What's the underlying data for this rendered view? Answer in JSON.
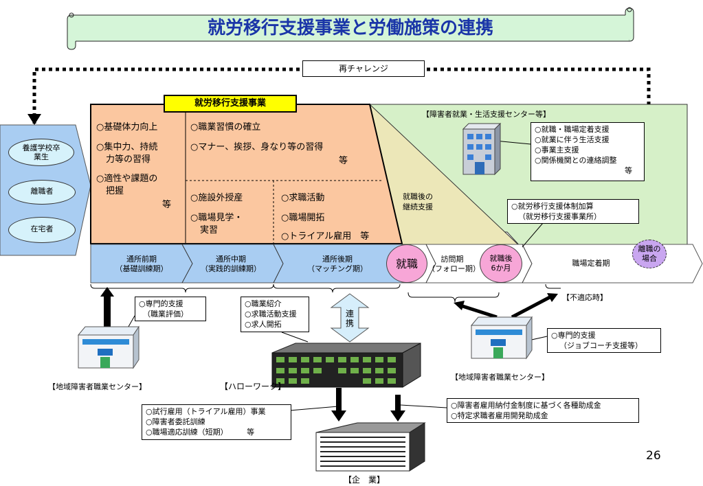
{
  "title": "就労移行支援事業と労働施策の連携",
  "rechallenge": "再チャレンジ",
  "program_label": "就労移行支援事業",
  "left_panel": [
    "養護学校卒業生",
    "離職者",
    "在宅者"
  ],
  "early": {
    "items": [
      "○基礎体力向上",
      "○集中力、持続",
      "力等の習得",
      "○適性や課題の",
      "把握"
    ],
    "etc": "等"
  },
  "mid_upper": {
    "items": [
      "○職業習慣の確立",
      "○マナー、挨拶、身なり等の習得"
    ],
    "etc": "等"
  },
  "mid_lower": [
    "○施設外授産",
    "○職場見学・",
    "実習"
  ],
  "late": [
    "○求職活動",
    "○職場開拓",
    "○トライアル雇用　等"
  ],
  "support_center": {
    "title": "【障害者就業・生活支援センター等】",
    "items": [
      "○就職・職場定着支援",
      "○就業に伴う生活支援",
      "○事業主支援",
      "○関係機関との連絡調整"
    ],
    "etc": "等"
  },
  "after_support": [
    "就職後の",
    "継続支援"
  ],
  "system_bonus": [
    "○就労移行支援体制加算",
    "（就労移行支援事業所）"
  ],
  "phases": {
    "early": [
      "通所前期",
      "（基礎訓練期）"
    ],
    "mid": [
      "通所中期",
      "（実践的訓練期）"
    ],
    "late": [
      "通所後期",
      "（マッチング期）"
    ],
    "employment": "就職",
    "visit": [
      "訪問期",
      "（フォロー期）"
    ],
    "six_months": [
      "就職後",
      "6か月"
    ],
    "retention": "職場定着期",
    "separation": [
      "離職の",
      "場合"
    ]
  },
  "regional_left": {
    "items": [
      "○専門的支援",
      "（職業評価）"
    ],
    "caption": "【地域障害者職業センター】"
  },
  "hello_work": {
    "items": [
      "○職業紹介",
      "○求職活動支援",
      "○求人開拓"
    ],
    "caption": "【ハローワーク】"
  },
  "renkei": [
    "連",
    "携"
  ],
  "regional_right": {
    "items": [
      "○専門的支援",
      "（ジョブコーチ支援等）"
    ],
    "caption": "【地域障害者職業センター】"
  },
  "unsuitable": "【不適応時】",
  "trial_box": {
    "items": [
      "○試行雇用（トライアル雇用）事業",
      "○障害者委託訓練",
      "○職場適応訓練（短期）"
    ],
    "etc": "等"
  },
  "subsidy_box": [
    "○障害者雇用納付金制度に基づく各種助成金",
    "○特定求職者雇用開発助成金"
  ],
  "company_caption": "【企　業】",
  "page_number": "26",
  "colors": {
    "orange": "#fbc7a0",
    "green": "#d6f0c8",
    "tan": "#ece7b8",
    "blue": "#a9cdf2",
    "pink": "#f7a6d7",
    "purple": "#c9a6f0",
    "title_bg": "#d5f5d8",
    "yellow": "#ffff00"
  }
}
